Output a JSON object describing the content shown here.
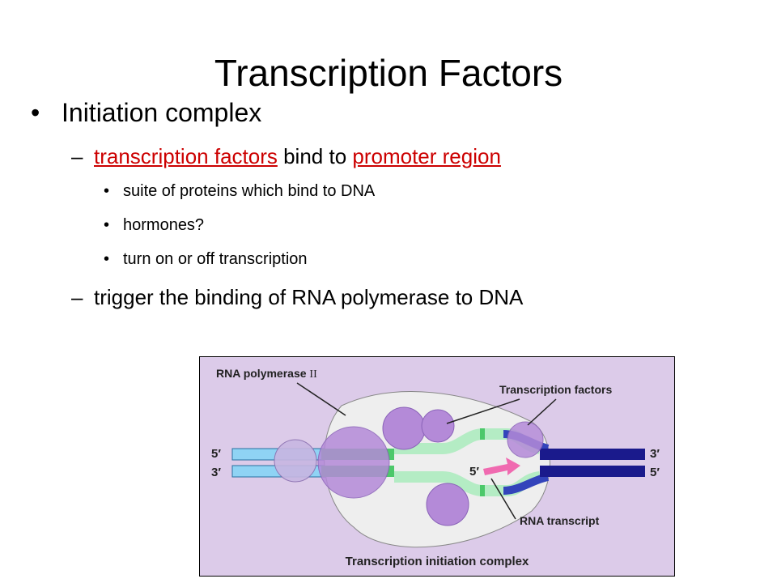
{
  "slide": {
    "title": "Transcription Factors",
    "bullet1": "Initiation complex",
    "bullet_dot": "•",
    "dash": "–",
    "sub1": {
      "link1": "transcription factors",
      "middle": " bind to ",
      "link2": "promoter region"
    },
    "sub_points": [
      "suite of proteins which bind to DNA",
      "hormones?",
      "turn on or off transcription"
    ],
    "sub2": "trigger the binding of RNA polymerase to DNA"
  },
  "figure": {
    "label_polymerase": "RNA polymerase",
    "label_polymerase_num": "II",
    "label_factors": "Transcription factors",
    "label_transcript": "RNA transcript",
    "caption": "Transcription initiation complex",
    "end_5_left": "5′",
    "end_3_left": "3′",
    "end_3_right": "3′",
    "end_5_right": "5′",
    "end_5_transcript": "5′",
    "colors": {
      "background": "#dccbe9",
      "dna_light": "#8fd3f4",
      "dna_dark": "#1a1a8c",
      "promoter_green": "#4cc86a",
      "transcript_pink": "#f06ab0",
      "factor_purple": "#b48ad8",
      "polymerase_body": "#eeeeee"
    }
  }
}
